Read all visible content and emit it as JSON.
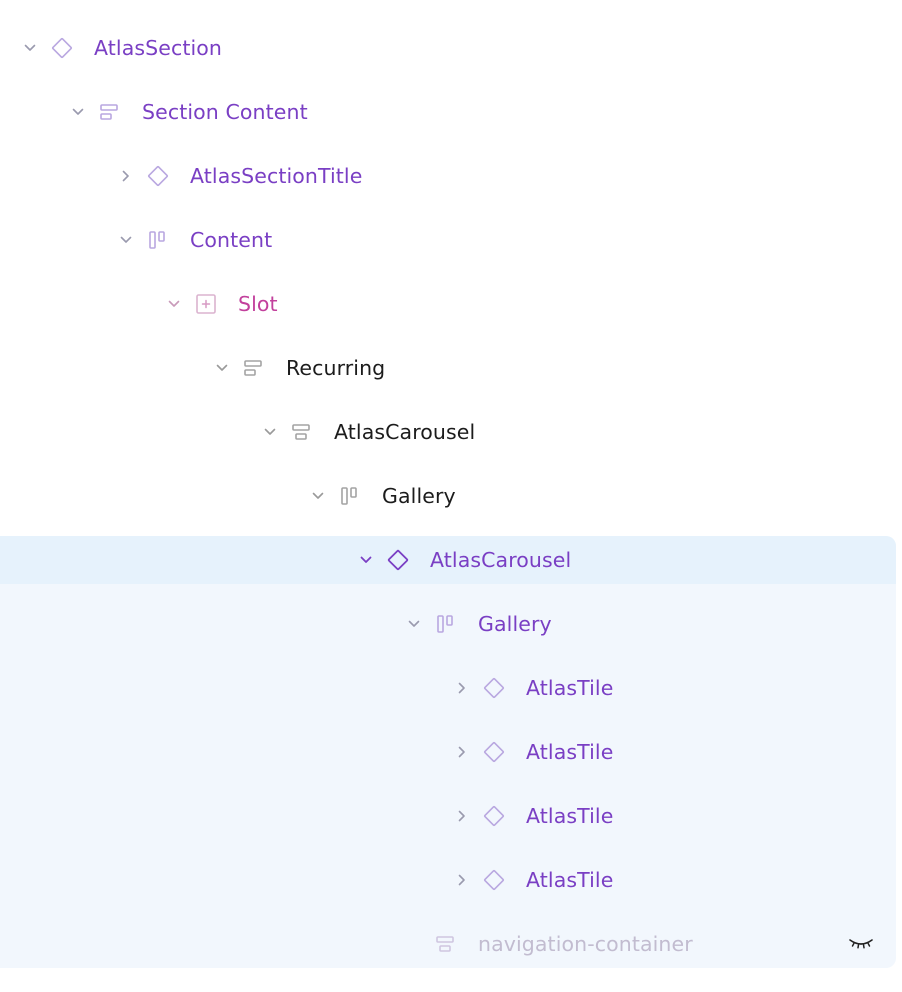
{
  "colors": {
    "component": "#7a3fc4",
    "slot": "#c2409c",
    "frame": "#1c1c1c",
    "hidden": "#c2bcd0",
    "selected_row": "#e6f2fc",
    "selection_group": "#f2f7fd"
  },
  "layers": [
    {
      "label": "AtlasSection",
      "icon": "component-diamond-icon",
      "expanded": true
    },
    {
      "label": "Section Content",
      "icon": "vertical-stack-icon",
      "expanded": true
    },
    {
      "label": "AtlasSectionTitle",
      "icon": "component-diamond-icon",
      "expanded": false
    },
    {
      "label": "Content",
      "icon": "horizontal-stack-icon",
      "expanded": true
    },
    {
      "label": "Slot",
      "icon": "slot-icon",
      "expanded": true
    },
    {
      "label": "Recurring",
      "icon": "vertical-stack-icon",
      "expanded": true
    },
    {
      "label": "AtlasCarousel",
      "icon": "vertical-stack-icon",
      "expanded": true
    },
    {
      "label": "Gallery",
      "icon": "horizontal-stack-icon",
      "expanded": true
    },
    {
      "label": "AtlasCarousel",
      "icon": "component-diamond-icon",
      "expanded": true,
      "selected": true
    },
    {
      "label": "Gallery",
      "icon": "horizontal-stack-icon",
      "expanded": true
    },
    {
      "label": "AtlasTile",
      "icon": "component-diamond-icon",
      "expanded": false
    },
    {
      "label": "AtlasTile",
      "icon": "component-diamond-icon",
      "expanded": false
    },
    {
      "label": "AtlasTile",
      "icon": "component-diamond-icon",
      "expanded": false
    },
    {
      "label": "AtlasTile",
      "icon": "component-diamond-icon",
      "expanded": false
    },
    {
      "label": "navigation-container",
      "icon": "vertical-stack-icon",
      "hidden": true,
      "status_icon": "eye-closed-icon"
    }
  ]
}
